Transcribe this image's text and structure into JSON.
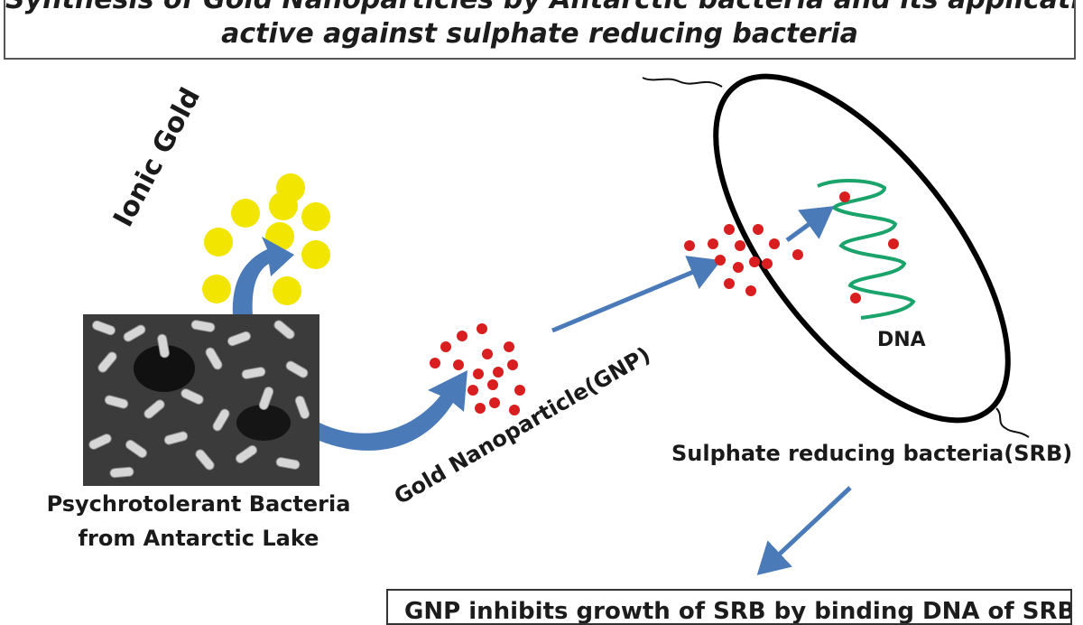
{
  "title": {
    "line1": "Synthesis of Gold Nanoparticles by Antarctic bacteria and its application",
    "line2": "active against sulphate reducing bacteria"
  },
  "labels": {
    "ionic_gold": "Ionic Gold",
    "source_line1": "Psychrotolerant Bacteria",
    "source_line2": "from Antarctic Lake",
    "gnp": "Gold Nanoparticle(GNP)",
    "srb": "Sulphate reducing bacteria(SRB)",
    "dna": "DNA"
  },
  "conclusion": "GNP inhibits growth of SRB by binding DNA of SRB",
  "colors": {
    "ionic_gold": "#f2e600",
    "nanoparticle": "#d81e1e",
    "arrow": "#4a7ab8",
    "dna": "#1aa36a",
    "cell_outline": "#000000"
  }
}
